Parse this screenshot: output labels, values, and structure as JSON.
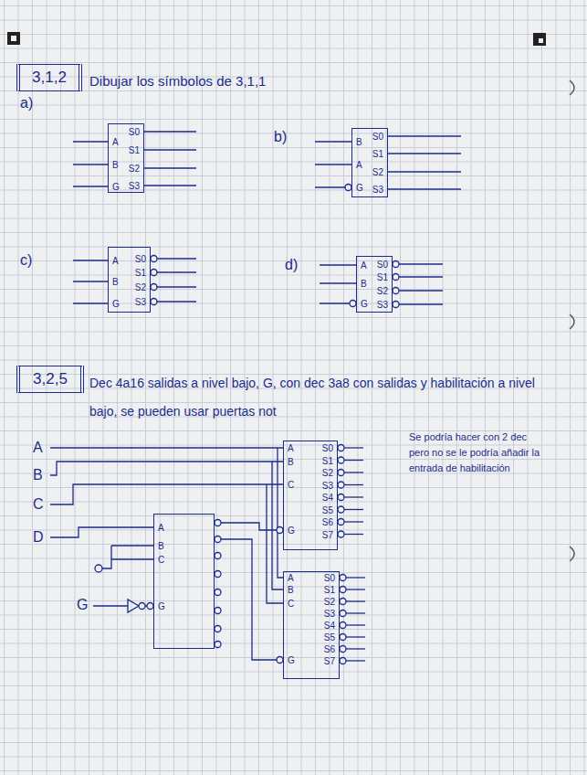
{
  "diagram": {
    "nodes": [
      {
        "text": [
          "3,1,2"
        ]
      },
      {
        "text": [
          "A",
          "B",
          "G",
          "S0",
          "S1",
          "S2",
          "S3"
        ]
      },
      {
        "text": [
          "B",
          "A",
          "G",
          "S0",
          "S1",
          "S2",
          "S3"
        ]
      },
      {
        "text": [
          "A",
          "B",
          "G",
          "S0",
          "S1",
          "S2",
          "S3"
        ]
      },
      {
        "text": [
          "A",
          "B",
          "G",
          "S0",
          "S1",
          "S2",
          "S3"
        ]
      },
      {
        "text": [
          "3,2,5"
        ]
      },
      {
        "text": [
          "A",
          "B",
          "C",
          "G",
          "S0",
          "S1",
          "S2",
          "S3",
          "S4",
          "S5",
          "S6",
          "S7"
        ]
      },
      {
        "text": [
          "A",
          "B",
          "C",
          "G"
        ]
      },
      {
        "text": [
          "A",
          "B",
          "C",
          "G",
          "S0",
          "S1",
          "S2",
          "S3",
          "S4",
          "S5",
          "S6",
          "S7"
        ]
      }
    ],
    "edges": [
      {
        "from": 7,
        "to": 6,
        "arrow": "none"
      },
      {
        "from": 7,
        "to": 8,
        "arrow": "none"
      }
    ],
    "labels": [
      "Dibujar los símbolos de 3,1,1",
      "a)",
      "b)",
      "c)",
      "d)",
      "Dec 4a16 salidas a nivel bajo, G, con dec 3a8 con salidas y habilitación a nivel bajo, se pueden usar puertas not",
      "A",
      "B",
      "C",
      "D",
      "G",
      "Se podría hacer con 2 dec pero no se le podría añadir la entrada de habilitación"
    ]
  }
}
